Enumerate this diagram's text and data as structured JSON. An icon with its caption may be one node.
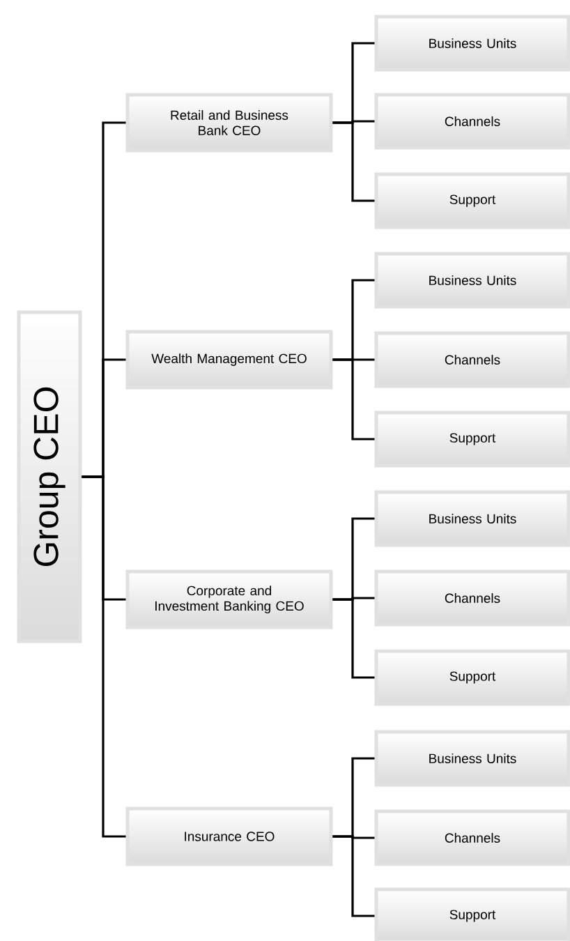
{
  "diagram": {
    "nodes": [
      {
        "text": [
          "Group CEO"
        ]
      },
      {
        "text": [
          "Retail and Business Bank CEO"
        ]
      },
      {
        "text": [
          "Business Units"
        ]
      },
      {
        "text": [
          "Channels"
        ]
      },
      {
        "text": [
          "Support"
        ]
      },
      {
        "text": [
          "Wealth Management CEO"
        ]
      },
      {
        "text": [
          "Business Units"
        ]
      },
      {
        "text": [
          "Channels"
        ]
      },
      {
        "text": [
          "Support"
        ]
      },
      {
        "text": [
          "Corporate and Investment Banking CEO"
        ]
      },
      {
        "text": [
          "Business Units"
        ]
      },
      {
        "text": [
          "Channels"
        ]
      },
      {
        "text": [
          "Support"
        ]
      },
      {
        "text": [
          "Insurance CEO"
        ]
      },
      {
        "text": [
          "Business Units"
        ]
      },
      {
        "text": [
          "Channels"
        ]
      },
      {
        "text": [
          "Support"
        ]
      }
    ],
    "edges": [
      {
        "from": 0,
        "to": 1,
        "arrow": "none"
      },
      {
        "from": 0,
        "to": 5,
        "arrow": "none"
      },
      {
        "from": 0,
        "to": 9,
        "arrow": "none"
      },
      {
        "from": 0,
        "to": 13,
        "arrow": "none"
      },
      {
        "from": 1,
        "to": 2,
        "arrow": "none"
      },
      {
        "from": 1,
        "to": 3,
        "arrow": "none"
      },
      {
        "from": 1,
        "to": 4,
        "arrow": "none"
      },
      {
        "from": 5,
        "to": 6,
        "arrow": "none"
      },
      {
        "from": 5,
        "to": 7,
        "arrow": "none"
      },
      {
        "from": 5,
        "to": 8,
        "arrow": "none"
      },
      {
        "from": 9,
        "to": 10,
        "arrow": "none"
      },
      {
        "from": 9,
        "to": 11,
        "arrow": "none"
      },
      {
        "from": 9,
        "to": 12,
        "arrow": "none"
      },
      {
        "from": 13,
        "to": 14,
        "arrow": "none"
      },
      {
        "from": 13,
        "to": 15,
        "arrow": "none"
      },
      {
        "from": 13,
        "to": 16,
        "arrow": "none"
      }
    ]
  }
}
